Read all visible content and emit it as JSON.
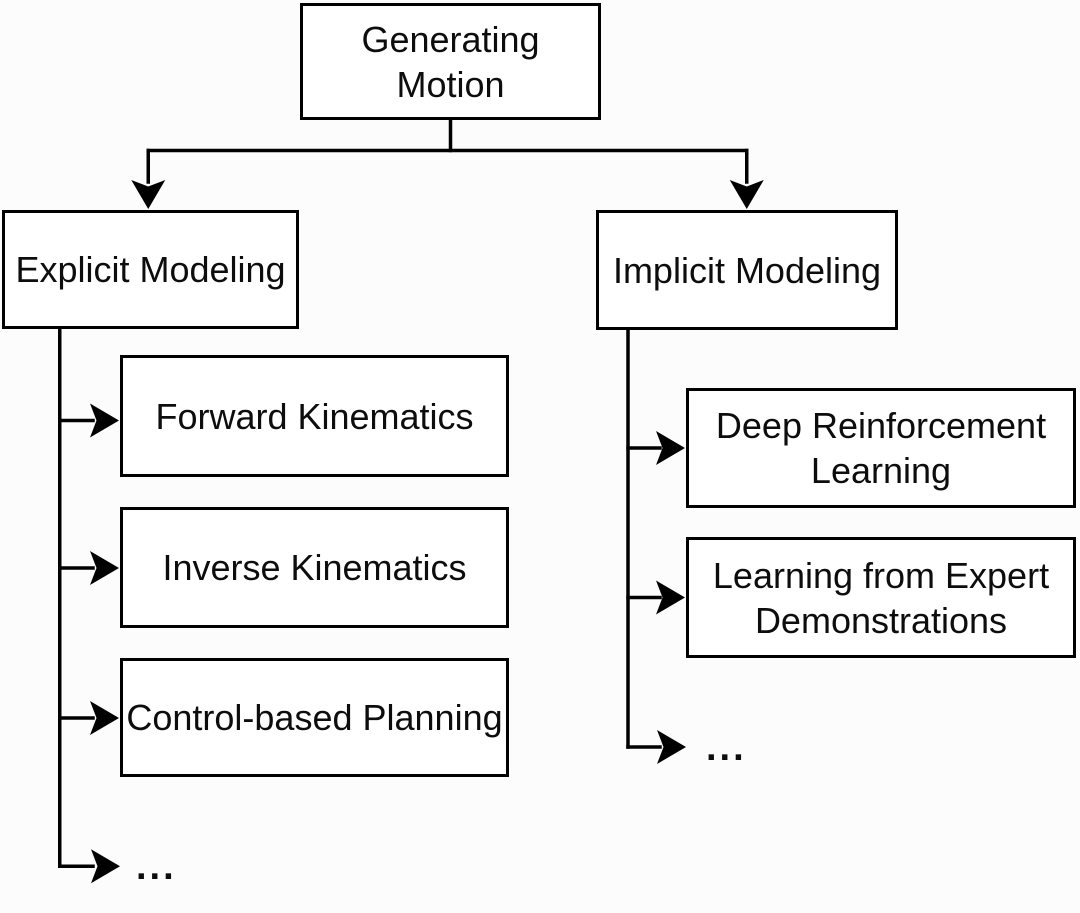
{
  "colors": {
    "line": "#000000",
    "box_background": "#ffffff",
    "page_background": "#fcfcfc",
    "text": "#0d0d0d"
  },
  "diagram": {
    "title": "Generating Motion taxonomy tree",
    "nodes": {
      "root": {
        "label": "Generating\nMotion"
      },
      "explicit": {
        "label": "Explicit Modeling"
      },
      "implicit": {
        "label": "Implicit Modeling"
      },
      "forward_kinematics": {
        "label": "Forward Kinematics"
      },
      "inverse_kinematics": {
        "label": "Inverse Kinematics"
      },
      "control_based_planning": {
        "label": "Control-based Planning"
      },
      "explicit_more": {
        "label": "..."
      },
      "deep_reinforcement_learning": {
        "label": "Deep Reinforcement\nLearning"
      },
      "learning_from_expert_demonstrations": {
        "label": "Learning from Expert\nDemonstrations"
      },
      "implicit_more": {
        "label": "..."
      }
    }
  }
}
